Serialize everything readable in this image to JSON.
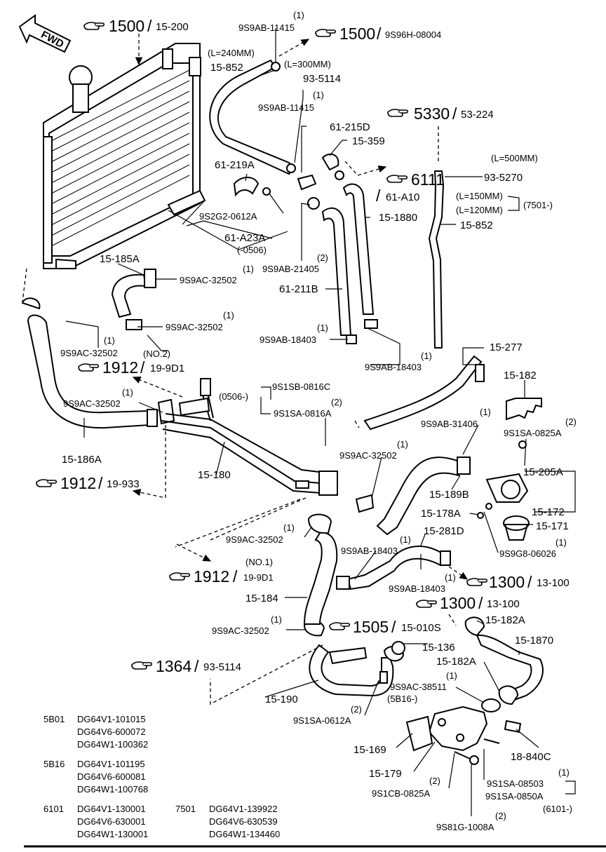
{
  "fwd": "FWD",
  "refs": {
    "r1500a": {
      "num": "1500",
      "sub": "15-200"
    },
    "r1500b": {
      "num": "1500",
      "sub": "9S96H-08004"
    },
    "r5330": {
      "num": "5330",
      "sub": "53-224"
    },
    "r6111": {
      "num": "6111",
      "sub": "61-A10"
    },
    "r1912a": {
      "num": "1912",
      "sub": "19-9D1"
    },
    "r1912b": {
      "num": "1912",
      "sub": "19-933"
    },
    "r1912c": {
      "num": "1912",
      "sub": "19-9D1"
    },
    "r1300a": {
      "num": "1300",
      "sub": "13-100"
    },
    "r1300b": {
      "num": "1300",
      "sub": "13-100"
    },
    "r1505": {
      "num": "1505",
      "sub": "15-010S"
    },
    "r1364": {
      "num": "1364",
      "sub": "93-5114"
    }
  },
  "labels": {
    "q1a": "(1)",
    "p11415a": "9S9AB-11415",
    "l240": "(L=240MM)",
    "p15852a": "15-852",
    "l300": "(L=300MM)",
    "p935114": "93-5114",
    "q1b": "(1)",
    "p11415b": "9S9AB-11415",
    "p61215d": "61-215D",
    "p15359": "15-359",
    "p61219a": "61-219A",
    "p9s2g": "9S2G2-0612A",
    "p61a23a": "61-A23A",
    "m0506a": "(-0506)",
    "q2a": "(2)",
    "p21405": "9S9AB-21405",
    "p611b": "61-211B",
    "p151880": "15-1880",
    "l500": "(L=500MM)",
    "p935270": "93-5270",
    "l150": "(L=150MM)",
    "l120": "(L=120MM)",
    "m7501": "(7501-)",
    "p15852b": "15-852",
    "p15185a": "15-185A",
    "q1c": "(1)",
    "p32502a": "9S9AC-32502",
    "q1d": "(1)",
    "p32502b": "9S9AC-32502",
    "q1e": "(1)",
    "p32502c": "9S9AC-32502",
    "no2": "(NO.2)",
    "q1f": "(1)",
    "p18403a": "9S9AB-18403",
    "q1g": "(1)",
    "p18403b": "9S9AB-18403",
    "p15277": "15-277",
    "p15182": "15-182",
    "m0506b": "(0506-)",
    "p0816c": "9S1SB-0816C",
    "q2b": "(2)",
    "p0816a": "9S1SA-0816A",
    "q1h": "(1)",
    "p32502d": "9S9AC-32502",
    "p15186a": "15-186A",
    "q1i": "(1)",
    "p31406": "9S9AB-31406",
    "q2c": "(2)",
    "p0825a": "9S1SA-0825A",
    "q1j": "(1)",
    "p32502e": "9S9AC-32502",
    "p15180": "15-180",
    "p15205a": "15-205A",
    "p15189b": "15-189B",
    "p15178a": "15-178A",
    "p15172": "15-172",
    "p15171": "15-171",
    "q1k": "(1)",
    "p32502f": "9S9AC-32502",
    "p15281d": "15-281D",
    "q1l": "(1)",
    "p18403c": "9S9AB-18403",
    "q1m": "(1)",
    "p06026": "9S9G8-06026",
    "no1": "(NO.1)",
    "q1n": "(1)",
    "p18403d": "9S9AB-18403",
    "p15184": "15-184",
    "q1o": "(1)",
    "p32502g": "9S9AC-32502",
    "p15182a1": "15-182A",
    "p151870": "15-1870",
    "p15136": "15-136",
    "p15182a2": "15-182A",
    "q1p": "(1)",
    "p38511": "9S9AC-38511",
    "m5b16": "(5B16-)",
    "p15190": "15-190",
    "q2d": "(2)",
    "p0612a": "9S1SA-0612A",
    "p15169": "15-169",
    "p15179": "15-179",
    "p18840c": "18-840C",
    "q2e": "(2)",
    "p0825b": "9S1CB-0825A",
    "q1q": "(1)",
    "p08503": "9S1SA-08503",
    "p0850a": "9S1SA-0850A",
    "m6101": "(6101-)",
    "q2f": "(2)",
    "p1008a": "9S81G-1008A"
  },
  "serials": [
    {
      "code": "5B01",
      "lines": [
        "DG64V1-101015",
        "DG64V6-600072",
        "DG64W1-100362"
      ]
    },
    {
      "code": "5B16",
      "lines": [
        "DG64V1-101195",
        "DG64V6-600081",
        "DG64W1-100768"
      ]
    },
    {
      "code": "6101",
      "lines": [
        "DG64V1-130001",
        "DG64V6-630001",
        "DG64W1-130001"
      ]
    },
    {
      "code": "7501",
      "lines": [
        "DG64V1-139922",
        "DG64V6-630539",
        "DG64W1-134460"
      ]
    }
  ]
}
